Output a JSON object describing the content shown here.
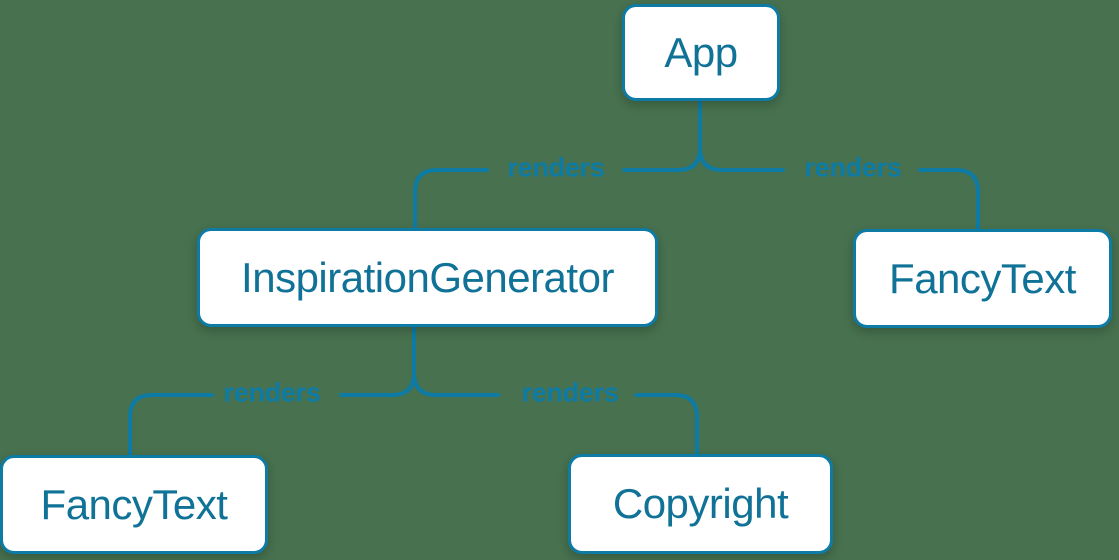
{
  "colors": {
    "background": "#47714f",
    "box_fill": "#ffffff",
    "ink": "#0e7ba4",
    "text": "#0f7296"
  },
  "diagram": {
    "type": "component-render-tree",
    "nodes": [
      {
        "id": "app",
        "label": "App"
      },
      {
        "id": "inspiration-generator",
        "label": "InspirationGenerator"
      },
      {
        "id": "fancy-text-right",
        "label": "FancyText"
      },
      {
        "id": "fancy-text-left",
        "label": "FancyText"
      },
      {
        "id": "copyright",
        "label": "Copyright"
      }
    ],
    "edges": [
      {
        "from": "app",
        "to": "inspiration-generator",
        "label": "renders"
      },
      {
        "from": "app",
        "to": "fancy-text-right",
        "label": "renders"
      },
      {
        "from": "inspiration-generator",
        "to": "fancy-text-left",
        "label": "renders"
      },
      {
        "from": "inspiration-generator",
        "to": "copyright",
        "label": "renders"
      }
    ]
  }
}
